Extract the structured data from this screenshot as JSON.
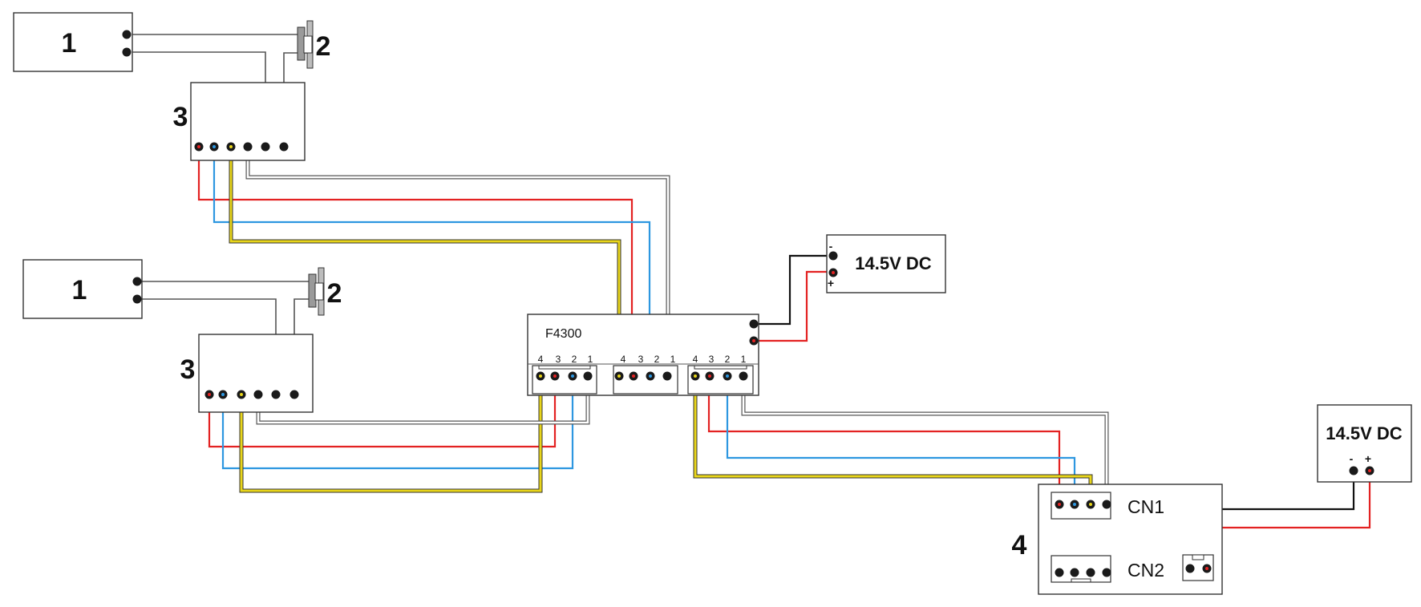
{
  "diagram": {
    "components": {
      "door_station_top": {
        "number": "1"
      },
      "door_station_bottom": {
        "number": "1"
      },
      "lock_top": {
        "number": "2"
      },
      "lock_bottom": {
        "number": "2"
      },
      "module_top": {
        "number": "3"
      },
      "module_bottom": {
        "number": "3"
      },
      "controller": {
        "number": "4",
        "cn1_label": "CN1",
        "cn2_label": "CN2"
      },
      "hub": {
        "label": "F4300",
        "port_pins": [
          "4",
          "3",
          "2",
          "1"
        ]
      },
      "psu_hub": {
        "label": "14.5V DC",
        "minus": "-",
        "plus": "+"
      },
      "psu_controller": {
        "label": "14.5V DC",
        "minus": "-",
        "plus": "+"
      }
    },
    "wire_colors": {
      "red": "#e32222",
      "blue": "#2d97e0",
      "yellow": "#e8d51a",
      "gray": "#555555",
      "black": "#111111"
    }
  }
}
